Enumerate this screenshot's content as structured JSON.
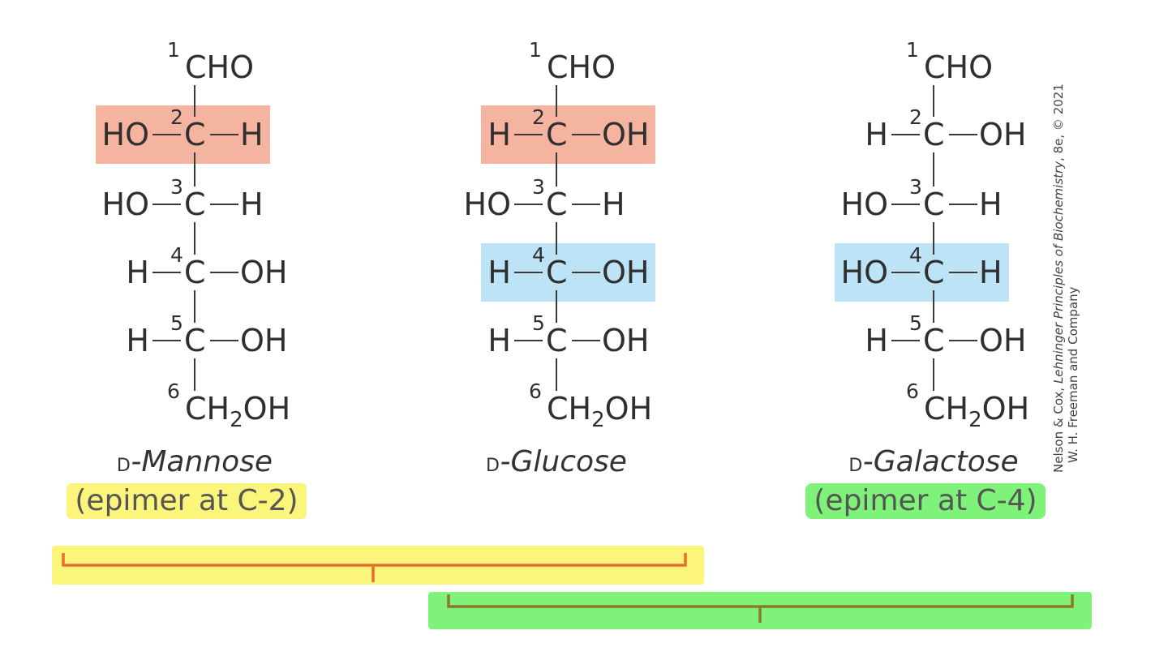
{
  "molecules": [
    {
      "name_prefix": "D",
      "name": "-Mannose",
      "epimer_note": "(epimer at C-2)",
      "carbons": [
        {
          "n": "1",
          "group": "CHO"
        },
        {
          "n": "2",
          "left": "HO",
          "right": "H",
          "highlight": "salmon"
        },
        {
          "n": "3",
          "left": "HO",
          "right": "H"
        },
        {
          "n": "4",
          "left": "H",
          "right": "OH"
        },
        {
          "n": "5",
          "left": "H",
          "right": "OH"
        },
        {
          "n": "6",
          "group": "CH2OH"
        }
      ]
    },
    {
      "name_prefix": "D",
      "name": "-Glucose",
      "carbons": [
        {
          "n": "1",
          "group": "CHO"
        },
        {
          "n": "2",
          "left": "H",
          "right": "OH",
          "highlight": "salmon"
        },
        {
          "n": "3",
          "left": "HO",
          "right": "H"
        },
        {
          "n": "4",
          "left": "H",
          "right": "OH",
          "highlight": "blue"
        },
        {
          "n": "5",
          "left": "H",
          "right": "OH"
        },
        {
          "n": "6",
          "group": "CH2OH"
        }
      ]
    },
    {
      "name_prefix": "D",
      "name": "-Galactose",
      "epimer_note": "(epimer at C-4)",
      "carbons": [
        {
          "n": "1",
          "group": "CHO"
        },
        {
          "n": "2",
          "left": "H",
          "right": "OH"
        },
        {
          "n": "3",
          "left": "HO",
          "right": "H"
        },
        {
          "n": "4",
          "left": "HO",
          "right": "H",
          "highlight": "blue"
        },
        {
          "n": "5",
          "left": "H",
          "right": "OH"
        },
        {
          "n": "6",
          "group": "CH2OH"
        }
      ]
    }
  ],
  "atom_c": "C",
  "credit": {
    "line1_prefix": "Nelson & Cox, ",
    "line1_title": "Lehninger Principles of Biochemistry",
    "line1_suffix": ", 8e, © 2021",
    "line2": "W. H. Freeman and Company"
  },
  "colors": {
    "salmon_highlight": "#f4b4a0",
    "blue_highlight": "#bde3f7",
    "yellow_marker": "#fbf57b",
    "green_marker": "#7ff27a",
    "orange_bracket": "#e8702a",
    "olive_bracket": "#8a7a2a",
    "ink": "#2f2f2f"
  }
}
